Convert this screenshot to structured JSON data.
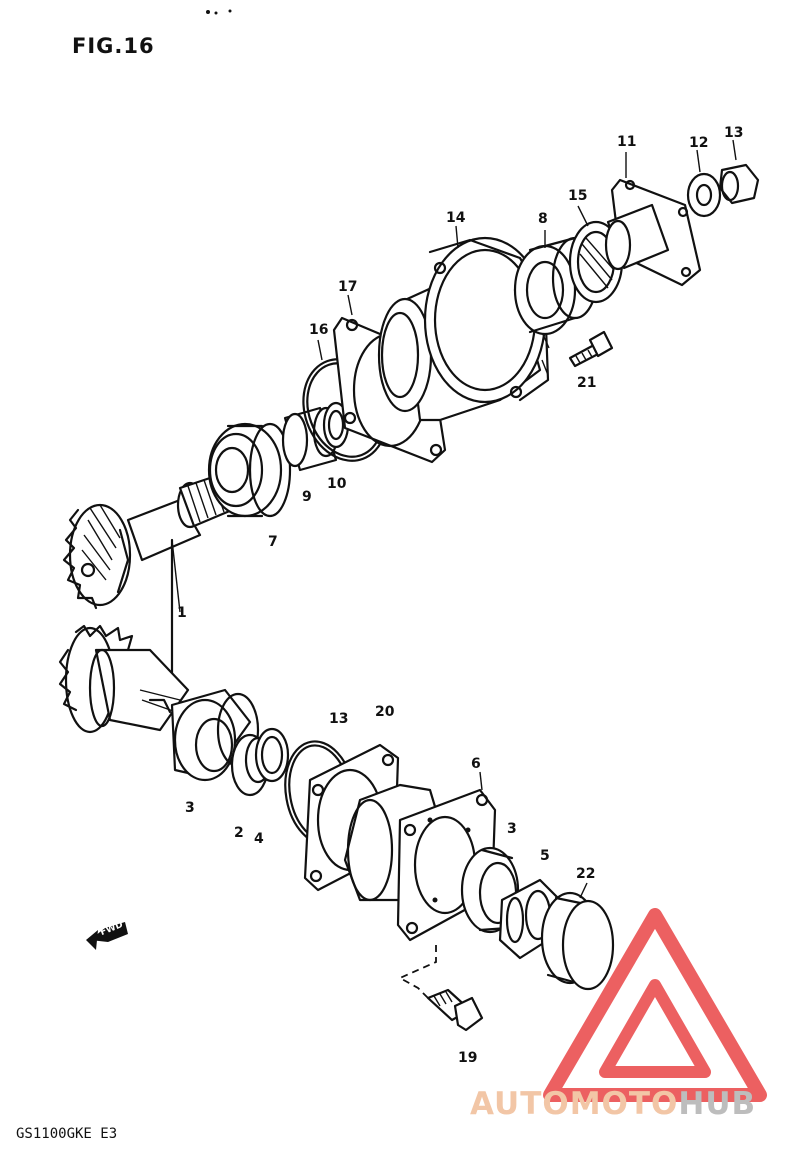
{
  "figure": {
    "title": "FIG.16",
    "model_code": "GS1100GKE  E3",
    "direction_label": "FWD"
  },
  "callouts": {
    "c1": "1",
    "c2": "2",
    "c3a": "3",
    "c3b": "3",
    "c4": "4",
    "c5": "5",
    "c6": "6",
    "c7": "7",
    "c8": "8",
    "c9": "9",
    "c10": "10",
    "c11": "11",
    "c12": "12",
    "c13a": "13",
    "c13b": "13",
    "c14": "14",
    "c15": "15",
    "c16": "16",
    "c17": "17",
    "c19": "19",
    "c20": "20",
    "c21": "21",
    "c22": "22"
  },
  "watermark": {
    "brand_part1": "AUTOMOTO",
    "brand_part2": "HUB",
    "colors": {
      "logo": "#e8393a",
      "text_orange": "#f2c6a6",
      "text_gray": "#bdbdbd"
    }
  },
  "icons": [
    "fwd-arrow-icon",
    "watermark-logo-icon"
  ]
}
